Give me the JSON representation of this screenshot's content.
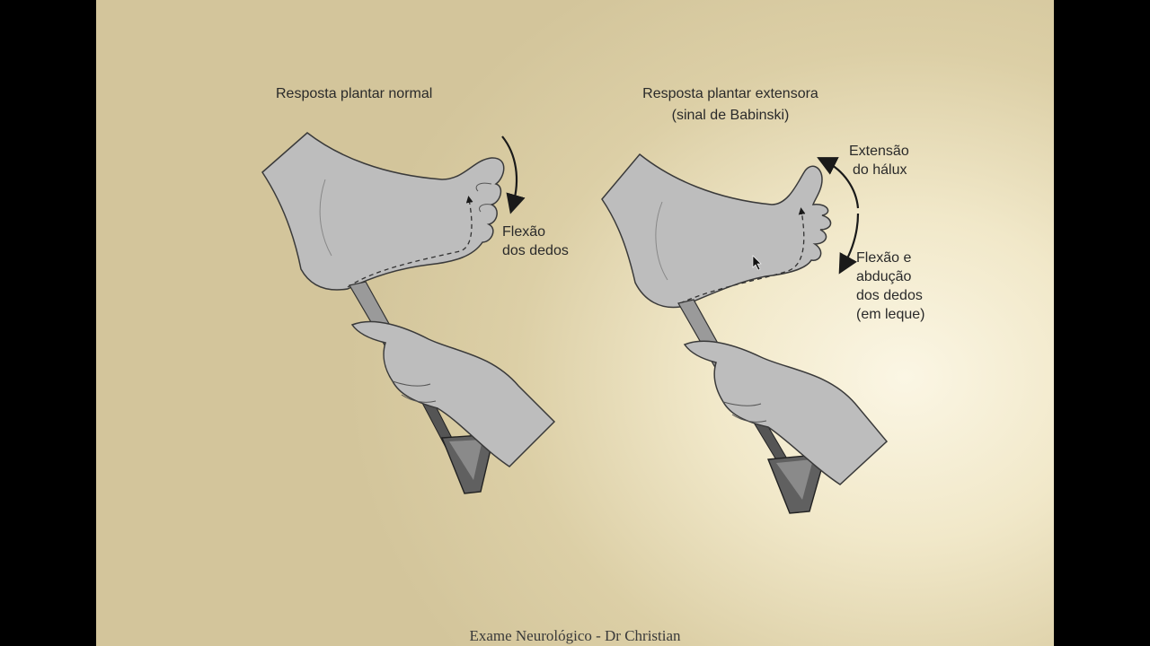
{
  "left_panel": {
    "title": "Resposta plantar normal",
    "annotation_line1": "Flexão",
    "annotation_line2": "dos dedos"
  },
  "right_panel": {
    "title_line1": "Resposta plantar extensora",
    "title_line2": "(sinal de Babinski)",
    "top_annotation_line1": "Extensão",
    "top_annotation_line2": "do hálux",
    "bottom_annotation_line1": "Flexão e",
    "bottom_annotation_line2": "abdução",
    "bottom_annotation_line3": "dos dedos",
    "bottom_annotation_line4": "(em leque)"
  },
  "footer": {
    "caption": "Exame Neurológico - Dr Christian"
  },
  "colors": {
    "background_edge": "#d3c59b",
    "background_highlight": "#fbf6e4",
    "skin": "#b9b9b9",
    "outline": "#3a3a3a",
    "hammer": "#555555"
  }
}
